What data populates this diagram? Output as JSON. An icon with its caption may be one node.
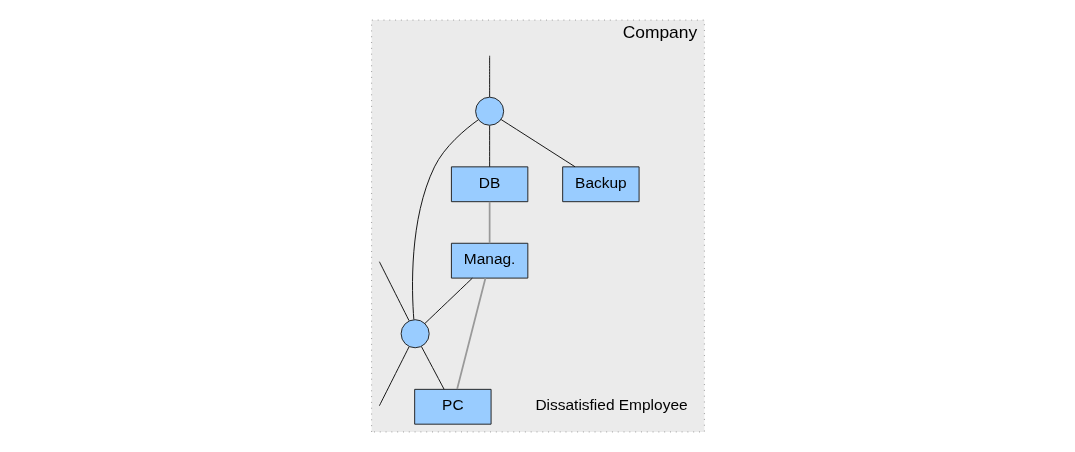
{
  "diagram": {
    "nodes": [
      {
        "text": [
          "Company"
        ]
      },
      {
        "text": [],
        "shape": "circle",
        "in": 0
      },
      {
        "text": [],
        "shape": "circle",
        "in": 0
      },
      {
        "text": [
          "DB"
        ],
        "in": 0
      },
      {
        "text": [
          "Backup"
        ],
        "in": 0
      },
      {
        "text": [
          "Manag."
        ],
        "in": 0
      },
      {
        "text": [
          "PC"
        ],
        "in": 0,
        "beside": [
          "Dissatisfied Employee"
        ]
      }
    ],
    "edges": [
      {
        "from": null,
        "to": 1,
        "arrow": "none"
      },
      {
        "from": 1,
        "to": 3,
        "arrow": "none"
      },
      {
        "from": 1,
        "to": 2,
        "arrow": "none"
      },
      {
        "from": 1,
        "to": 4,
        "arrow": "none"
      },
      {
        "from": 5,
        "to": 2,
        "arrow": "none"
      },
      {
        "from": null,
        "to": 2,
        "arrow": "none"
      },
      {
        "from": 2,
        "to": null,
        "arrow": "none"
      },
      {
        "from": 2,
        "to": 6,
        "arrow": "none"
      },
      {
        "from": 3,
        "to": 5,
        "arrow": "none",
        "color": "#999999"
      },
      {
        "from": 5,
        "to": 6,
        "arrow": "none",
        "color": "#999999"
      }
    ]
  }
}
